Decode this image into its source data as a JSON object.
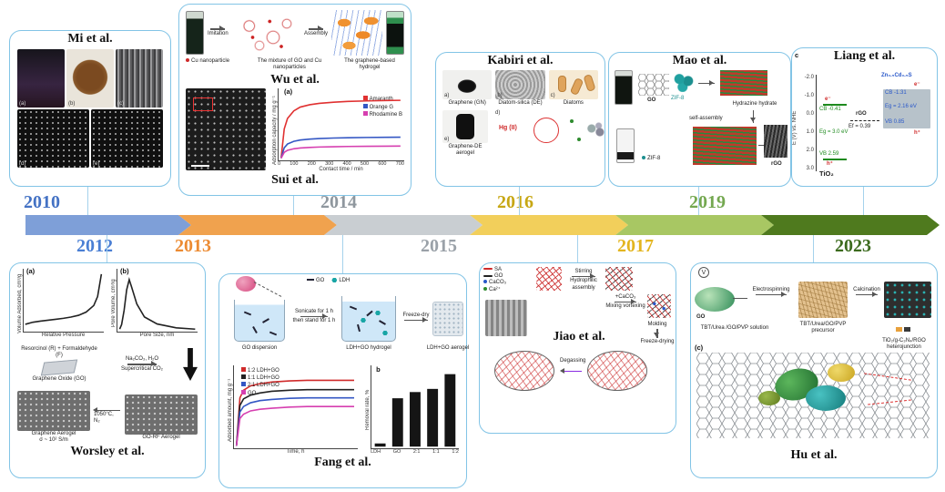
{
  "timeline": {
    "segments": [
      {
        "name": "2010-2012",
        "color": "#7e9fd8"
      },
      {
        "name": "2013-2014",
        "color": "#f0a24e"
      },
      {
        "name": "2014-2015",
        "color": "#c9ced2"
      },
      {
        "name": "2016-2017",
        "color": "#f2cf5b"
      },
      {
        "name": "2017-2019",
        "color": "#a8c763"
      },
      {
        "name": "2019-2023",
        "color": "#4f7a1e"
      }
    ],
    "years": [
      {
        "label": "2010",
        "color": "#4472c4"
      },
      {
        "label": "2012",
        "color": "#4a7fd4"
      },
      {
        "label": "2013",
        "color": "#ec8b33"
      },
      {
        "label": "2014",
        "color": "#8f979e"
      },
      {
        "label": "2015",
        "color": "#9aa1a8"
      },
      {
        "label": "2016",
        "color": "#c7a714"
      },
      {
        "label": "2017",
        "color": "#e3b51f"
      },
      {
        "label": "2019",
        "color": "#74a850"
      },
      {
        "label": "2023",
        "color": "#3c6b1e"
      }
    ]
  },
  "panels": {
    "mi": {
      "title": "Mi et al.",
      "image_labels": [
        "(a)",
        "(b)",
        "(c)",
        "(d)",
        "(e)"
      ]
    },
    "wu": {
      "title": "Wu et al.",
      "arrow1": "Imitation",
      "legend": "Cu nanoparticle",
      "caption_left": "The mixture of GO and Cu nanoparticles",
      "arrow2": "Assembly",
      "caption_right": "The graphene-based hydrogel"
    },
    "sui": {
      "title": "Sui et al.",
      "plot_label": "(a)"
    },
    "kabiri": {
      "title": "Kabiri et al.",
      "label_a": "a)",
      "label_b": "b)",
      "label_c": "c)",
      "label_d": "d)",
      "label_e": "e)",
      "caption_a": "Graphene (GN)",
      "caption_b": "Diatom-silica (DE)",
      "caption_c": "Diatoms",
      "fe_label": "Hg (II)",
      "caption_e": "Graphene-DE aerogel"
    },
    "mao": {
      "title": "Mao et al.",
      "go_label": "GO",
      "zif_label": "ZIF-8",
      "hydrazine_label": "Hydrazine hydrate",
      "self_assembly_label": "self-assembly",
      "zif_legend": "ZIF-8",
      "rgo_label": "rGO"
    },
    "liang": {
      "title": "Liang et al.",
      "panel_label": "c",
      "axis_label": "E (V) vs. NHE",
      "axis_ticks": [
        "-2.0",
        "-1.0",
        "0.0",
        "1.0",
        "2.0",
        "3.0"
      ],
      "electron": "e⁻",
      "hole": "h⁺",
      "tio2_name": "TiO₂",
      "tio2_cb": "CB  -0.41",
      "tio2_vb": "VB  2.59",
      "tio2_eg": "Eg = 3.0 eV",
      "rgo_name": "rGO",
      "rgo_ef": "Ef = 0.39",
      "zncds_name": "Zn₀.₅Cd₀.₅S",
      "zncds_cb": "CB  -1.31",
      "zncds_vb": "VB  0.85",
      "zncds_eg": "Eg = 2.16 eV"
    },
    "worsley": {
      "title": "Worsley et al.",
      "plot_a_label": "(a)",
      "plot_b_label": "(b)",
      "reagent_r": "Resorcinol (R)",
      "plus": "+",
      "reagent_f": "Formaldehyde (F)",
      "go_caption": "Graphene Oxide (GO)",
      "step1": "Na₂CO₃, H₂O",
      "step2": "Supercritical CO₂",
      "step3": "1050°C, N₂",
      "product_left": "Graphene Aerogel",
      "conductivity": "σ ~ 10² S/m",
      "product_right": "GO-RF Aerogel"
    },
    "fang": {
      "title": "Fang et al.",
      "caption_dispersion": "GO dispersion",
      "arrow1_line1": "Sonicate for 1 h",
      "arrow1_line2": "then stand for 1 h",
      "arrow2": "Freeze-dry",
      "caption_hydrogel": "LDH+GO hydrogel",
      "caption_aerogel": "LDH+GO aerogel",
      "legend_go": "GO",
      "legend_ldh": "LDH",
      "plot_b_label": "b"
    },
    "jiao": {
      "title": "Jiao et al.",
      "legend_sa": "SA",
      "legend_go": "GO",
      "legend_caco3": "CaCO₃",
      "legend_ca": "Ca²⁺",
      "arrow1_line1": "Stirring",
      "arrow1_line2": "Hydrophilic assembly",
      "arrow2_line1": "+CaCO₃",
      "arrow2_line2": "Mixing vortexing",
      "arrow3_line1": "Molding",
      "arrow3_line2": "Freeze-drying",
      "arrow4": "Degassing"
    },
    "hu": {
      "title": "Hu et al.",
      "voltage_label": "V",
      "arrow1": "Electrospinning",
      "go_label": "GO",
      "caption_solution": "TBT/Urea /GO/PVP solution",
      "caption_precursor": "TBT/Urea/GO/PVP precursor",
      "arrow2": "Calcination",
      "legend_heterojunction": "TiO₂/g-C₃N₄/RGO heterojunction",
      "panel_c_label": "(c)"
    }
  },
  "chart_data": [
    {
      "id": "sui_adsorption",
      "type": "line",
      "xlabel": "Contact time / min",
      "ylabel": "Adsorption capacity / mg g⁻¹",
      "xlim": [
        0,
        750
      ],
      "ylim": [
        0,
        700
      ],
      "x_ticks": [
        "0",
        "100",
        "200",
        "300",
        "400",
        "500",
        "600",
        "700"
      ],
      "legend_position": "upper right",
      "grid": false,
      "x": [
        0,
        20,
        40,
        80,
        120,
        180,
        240,
        330,
        420,
        540,
        660,
        750
      ],
      "series": [
        {
          "name": "Amaranth",
          "color": "#e03131",
          "values": [
            0,
            310,
            420,
            500,
            540,
            565,
            580,
            592,
            600,
            606,
            610,
            612
          ]
        },
        {
          "name": "Orange G",
          "color": "#3457c4",
          "values": [
            0,
            110,
            150,
            178,
            192,
            202,
            208,
            213,
            216,
            219,
            221,
            222
          ]
        },
        {
          "name": "Rhodamine B",
          "color": "#d63fb0",
          "values": [
            0,
            62,
            84,
            100,
            108,
            114,
            118,
            121,
            124,
            126,
            127,
            128
          ]
        }
      ]
    },
    {
      "id": "worsley_isotherm",
      "type": "line",
      "xlabel": "Relative Pressure",
      "ylabel": "Volume Adsorbed, cm³/g",
      "xlim": [
        0,
        1
      ],
      "ylim": [
        0,
        400
      ],
      "x": [
        0,
        0.1,
        0.2,
        0.3,
        0.4,
        0.5,
        0.6,
        0.7,
        0.8,
        0.9,
        0.95,
        1.0
      ],
      "series": [
        {
          "name": "N2 adsorption isotherm",
          "color": "#222222",
          "values": [
            38,
            52,
            60,
            66,
            72,
            79,
            88,
            100,
            122,
            168,
            230,
            385
          ]
        }
      ]
    },
    {
      "id": "worsley_pore",
      "type": "line",
      "xlabel": "Pore Size, nm",
      "ylabel": "Pore Volume, cm³/g",
      "xlim": [
        0,
        120
      ],
      "ylim": [
        0,
        0.9
      ],
      "x": [
        1,
        4,
        8,
        12,
        16,
        20,
        28,
        40,
        60,
        90,
        120
      ],
      "series": [
        {
          "name": "pore size distribution",
          "color": "#222222",
          "values": [
            0.01,
            0.08,
            0.3,
            0.62,
            0.78,
            0.66,
            0.4,
            0.2,
            0.09,
            0.03,
            0.01
          ]
        }
      ]
    },
    {
      "id": "fang_kinetics",
      "type": "line",
      "xlabel": "Time, h",
      "ylabel": "Adsorbed amount, mg g⁻¹",
      "xlim": [
        0,
        100
      ],
      "ylim": [
        0,
        140
      ],
      "x": [
        0,
        3,
        6,
        12,
        20,
        30,
        45,
        60,
        80,
        100
      ],
      "series": [
        {
          "name": "1:2 LDH+GO",
          "color": "#d02b2b",
          "values": [
            0,
            88,
            102,
            110,
            114,
            117,
            119,
            120,
            120,
            120
          ]
        },
        {
          "name": "1:1 LDH+GO",
          "color": "#222222",
          "values": [
            0,
            74,
            86,
            93,
            97,
            100,
            102,
            103,
            103,
            103
          ]
        },
        {
          "name": "2:1 LDH+GO",
          "color": "#3457c4",
          "values": [
            0,
            62,
            72,
            79,
            83,
            85,
            87,
            88,
            88,
            88
          ]
        },
        {
          "name": "GO",
          "color": "#d63fb0",
          "values": [
            0,
            50,
            58,
            64,
            67,
            69,
            71,
            72,
            72,
            72
          ]
        }
      ]
    },
    {
      "id": "fang_removal",
      "type": "bar",
      "label": "b",
      "ylabel": "Removal rate, %",
      "ylim": [
        0,
        100
      ],
      "categories": [
        "LDH",
        "GO",
        "2:1 LDH+GO",
        "1:1 LDH+GO",
        "1:2 LDH+GO"
      ],
      "tick_labels": [
        "LDH",
        "GO",
        "2:1",
        "1:1",
        "1:2"
      ],
      "values": [
        4,
        62,
        70,
        74,
        93
      ],
      "bar_color": "#151515"
    }
  ]
}
